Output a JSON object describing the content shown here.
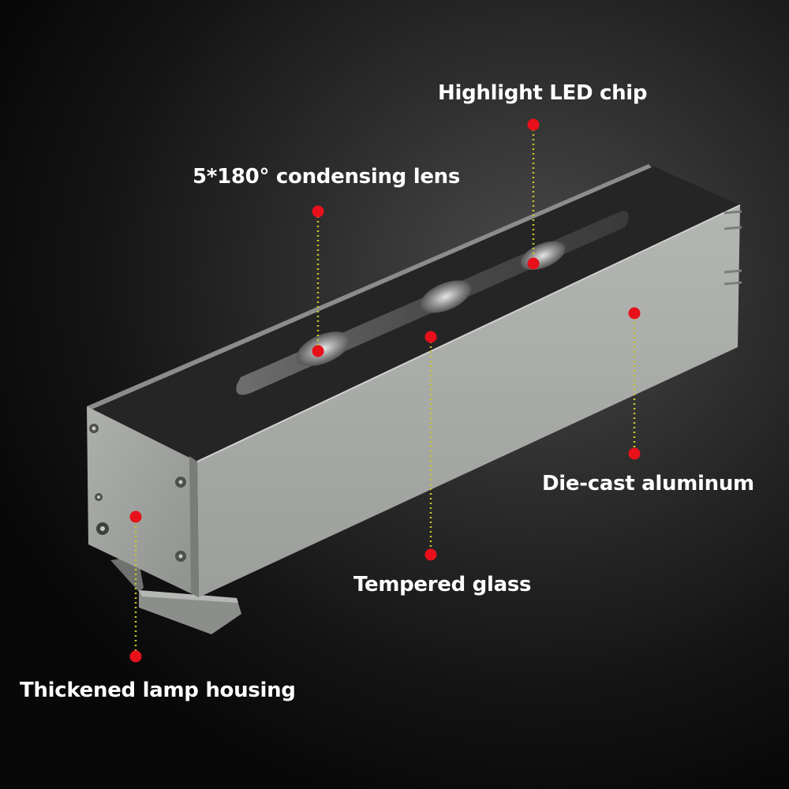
{
  "callouts": {
    "led_chip": "Highlight LED chip",
    "lens": "5*180°  condensing lens",
    "aluminum": "Die-cast aluminum",
    "glass": "Tempered glass",
    "housing": "Thickened lamp housing"
  },
  "colors": {
    "marker": "#e8101a",
    "leader_line": "#c8c42a",
    "label_text": "#ffffff",
    "housing_side": "#a9aba8",
    "housing_top": "#232323"
  },
  "icons": {
    "marker": "red-dot",
    "screw": "hex-socket-screw"
  }
}
